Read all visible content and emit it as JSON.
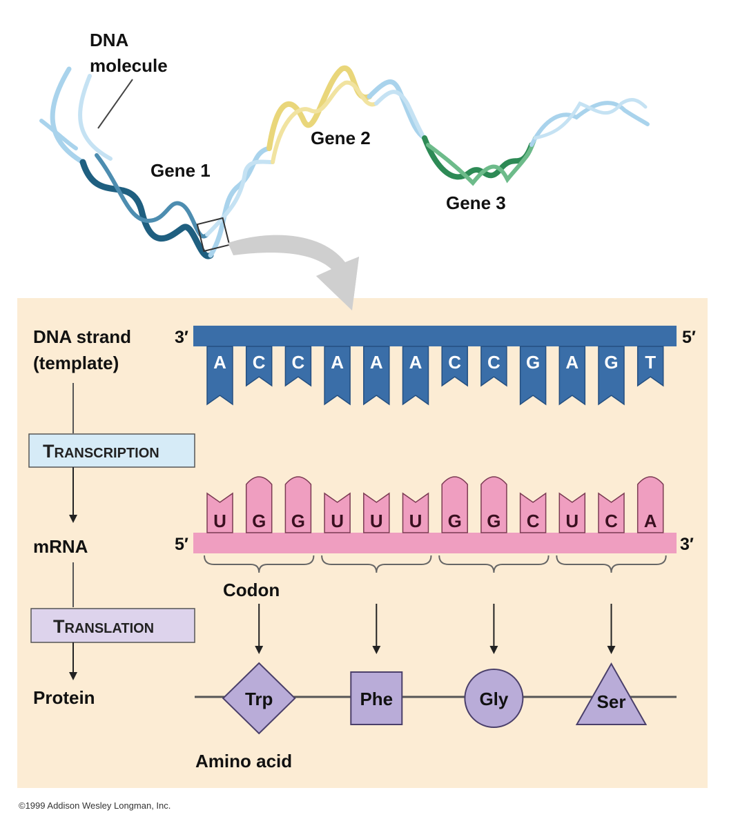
{
  "dna_molecule": {
    "label_line1": "DNA",
    "label_line2": "molecule",
    "genes": [
      "Gene 1",
      "Gene 2",
      "Gene 3"
    ]
  },
  "panel": {
    "dna_strand_label_line1": "DNA strand",
    "dna_strand_label_line2": "(template)",
    "dna_end_left": "3′",
    "dna_end_right": "5′",
    "dna_bases": [
      "A",
      "C",
      "C",
      "A",
      "A",
      "A",
      "C",
      "C",
      "G",
      "A",
      "G",
      "T"
    ],
    "transcription": {
      "first": "T",
      "rest": "RANSCRIPTION"
    },
    "mrna_label": "mRNA",
    "mrna_end_left": "5′",
    "mrna_end_right": "3′",
    "mrna_bases": [
      "U",
      "G",
      "G",
      "U",
      "U",
      "U",
      "G",
      "G",
      "C",
      "U",
      "C",
      "A"
    ],
    "codon_label": "Codon",
    "translation": {
      "first": "T",
      "rest": "RANSLATION"
    },
    "protein_label": "Protein",
    "amino_acids": [
      {
        "name": "Trp",
        "shape": "diamond"
      },
      {
        "name": "Phe",
        "shape": "square"
      },
      {
        "name": "Gly",
        "shape": "circle"
      },
      {
        "name": "Ser",
        "shape": "triangle"
      }
    ],
    "amino_acid_label": "Amino acid"
  },
  "copyright": "©1999 Addison Wesley Longman, Inc.",
  "colors": {
    "panel_bg": "#fcecd4",
    "dna_strand": "#3a6ea8",
    "mrna_strand": "#ef9ec0",
    "protein_shape": "#b9acd8",
    "transcription_box": "#d6ebf7",
    "translation_box": "#ddd3ec",
    "gene1": "#1f5f80",
    "gene2": "#e9d67a",
    "gene3": "#2d8a55",
    "dna_light": "#a9d3ec"
  }
}
